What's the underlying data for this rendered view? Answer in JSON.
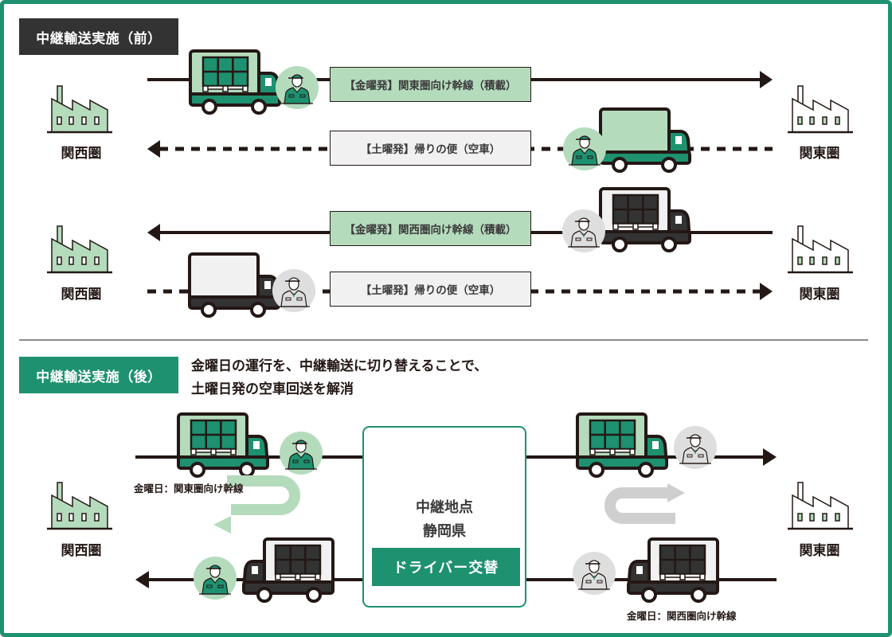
{
  "colors": {
    "brand_green": "#1e9170",
    "light_green": "#b5dbbd",
    "dark": "#231815",
    "dark_gray": "#333333",
    "light_gray": "#f1f1f1",
    "divider": "#8a8a8a",
    "uturn_green": "#b5dbbd",
    "uturn_gray": "#cfcfcf"
  },
  "before": {
    "tag": "中継輸送実施（前）",
    "regions": {
      "kansai": "関西圏",
      "kanto": "関東圏"
    },
    "routes": [
      {
        "label": "【金曜発】関東圏向け幹線（積載）",
        "direction": "east",
        "style": "solid",
        "load": "loaded",
        "truck": "green"
      },
      {
        "label": "【土曜発】帰りの便（空車）",
        "direction": "west",
        "style": "dashed",
        "load": "empty",
        "truck": "green"
      },
      {
        "label": "【金曜発】関西圏向け幹線（積載）",
        "direction": "west",
        "style": "solid",
        "load": "loaded",
        "truck": "dark"
      },
      {
        "label": "【土曜発】帰りの便（空車）",
        "direction": "east",
        "style": "dashed",
        "load": "empty",
        "truck": "dark"
      }
    ]
  },
  "after": {
    "tag": "中継輸送実施（後）",
    "description_line1": "金曜日の運行を、中継輸送に切り替えることで、",
    "description_line2": "土曜日発の空車回送を解消",
    "regions": {
      "kansai": "関西圏",
      "kanto": "関東圏"
    },
    "route_east_label": "金曜日：関東圏向け幹線",
    "route_west_label": "金曜日：関西圏向け幹線",
    "relay": {
      "title_line1": "中継地点",
      "title_line2": "静岡県",
      "action": "ドライバー交替"
    }
  },
  "icons": {
    "factory": "factory-icon",
    "truck": "truck-icon",
    "driver": "driver-icon",
    "warehouse": "warehouse-icon",
    "uturn": "u-turn-arrow-icon"
  }
}
